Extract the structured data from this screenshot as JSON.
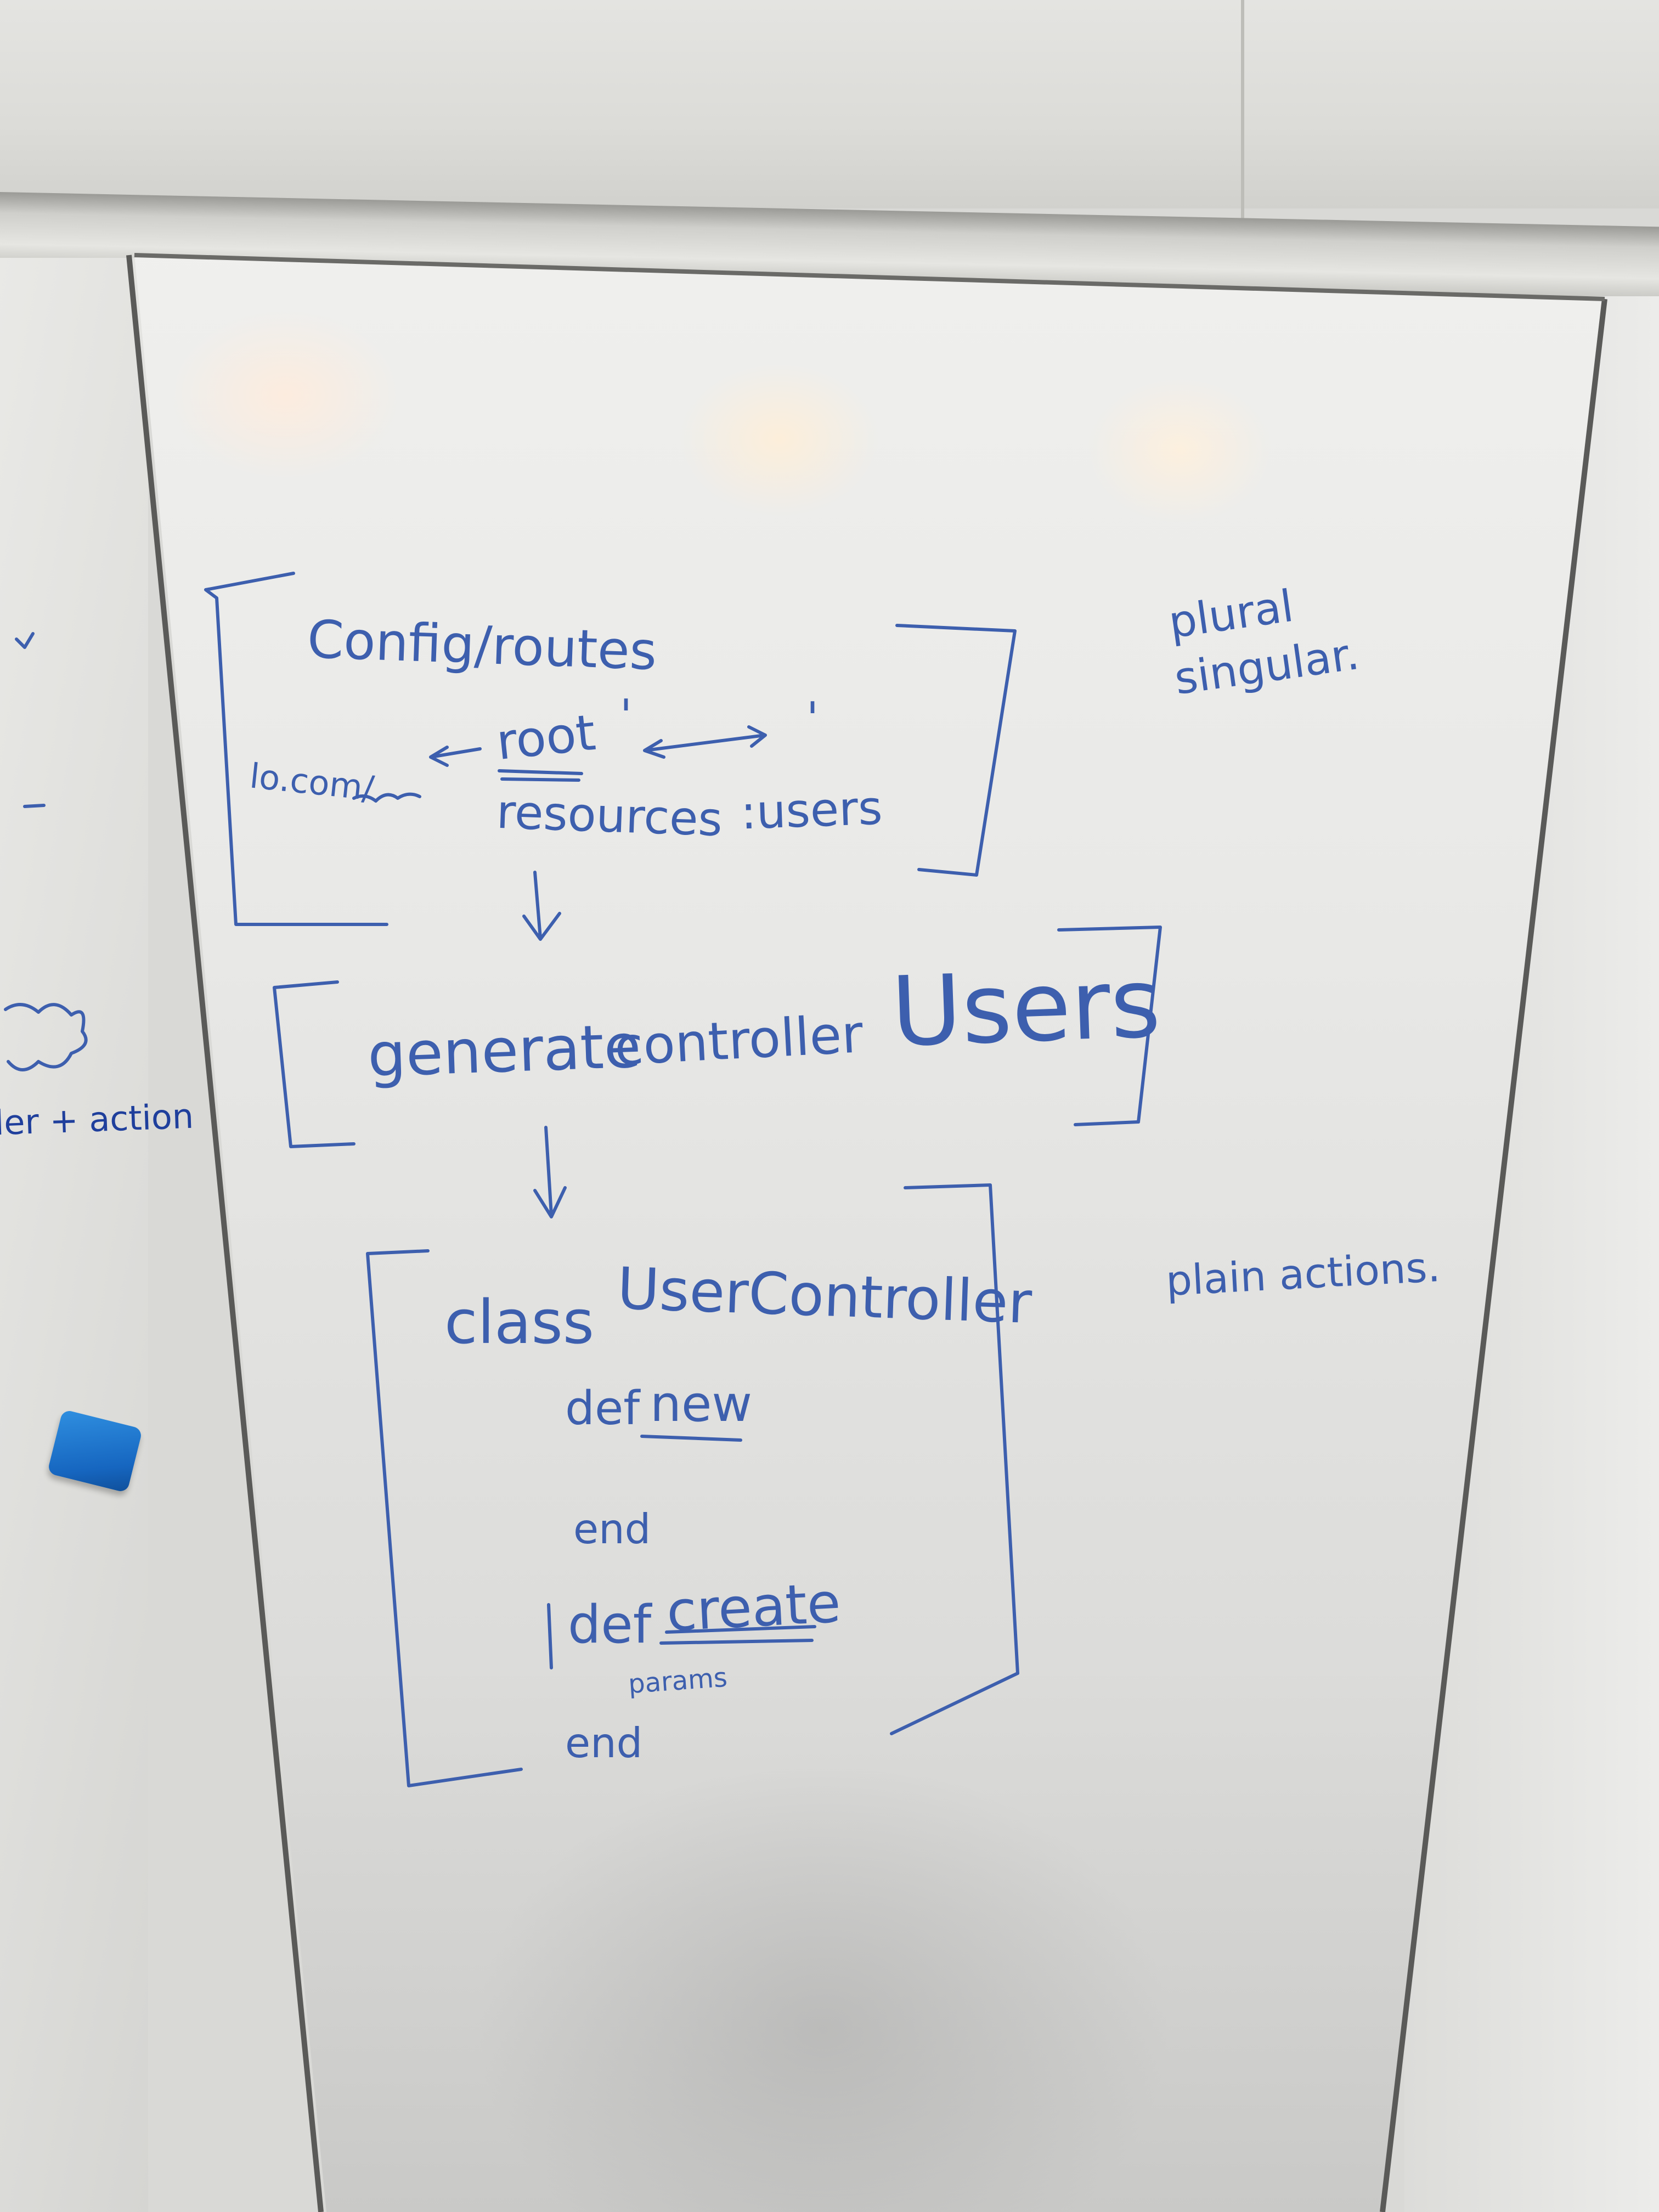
{
  "whiteboard": {
    "routes_title": "Config/routes",
    "url_note": "lo.com/",
    "root_label": "root",
    "root_path_mark": "'",
    "root_target_mark": "'",
    "resources_label": "resources",
    "users_symbol": ":users",
    "side_note_line1": "plural",
    "side_note_line2": "singular.",
    "generate_label": "generate",
    "controller_label": "controller",
    "users_word": "Users",
    "class_keyword": "class",
    "class_name": "UserController",
    "def_new_keyword": "def",
    "def_new_name": "new",
    "end_new": "end",
    "def_create_keyword": "def",
    "def_create_name": "create",
    "params_note": "params",
    "end_create": "end",
    "plain_actions_note": "plain actions.",
    "left_board_note": "ler + action"
  },
  "colors": {
    "marker_ink": "#3d5fae",
    "dark_marker_ink": "#1f3f9c",
    "eraser": "#1666c0"
  }
}
